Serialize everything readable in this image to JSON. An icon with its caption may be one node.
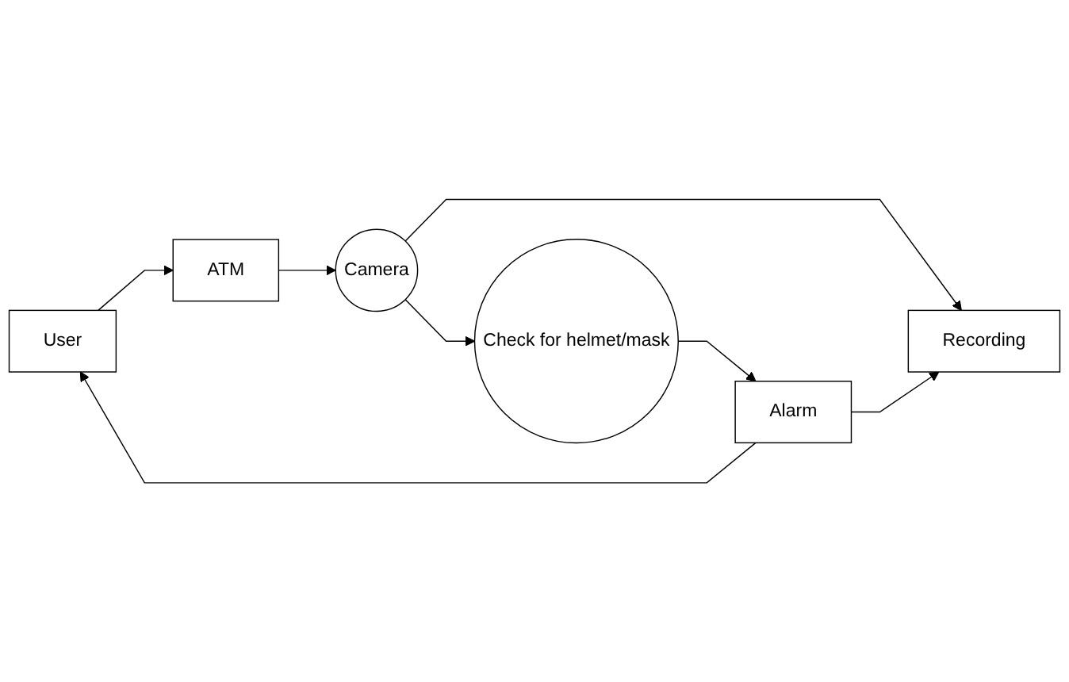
{
  "diagram": {
    "nodes": [
      {
        "text": [
          "User"
        ]
      },
      {
        "text": [
          "ATM"
        ]
      },
      {
        "text": [
          "Camera"
        ]
      },
      {
        "text": [
          "Recording"
        ]
      },
      {
        "text": [
          "Check for helmet/mask"
        ]
      },
      {
        "text": [
          "Alarm"
        ]
      }
    ],
    "edges": [
      {
        "from": 0,
        "to": 1,
        "arrow": "to"
      },
      {
        "from": 1,
        "to": 2,
        "arrow": "to"
      },
      {
        "from": 2,
        "to": 3,
        "arrow": "to"
      },
      {
        "from": 2,
        "to": 4,
        "arrow": "to"
      },
      {
        "from": 4,
        "to": 5,
        "arrow": "to"
      },
      {
        "from": 5,
        "to": 0,
        "arrow": "to"
      },
      {
        "from": 5,
        "to": 3,
        "arrow": "to"
      }
    ]
  }
}
